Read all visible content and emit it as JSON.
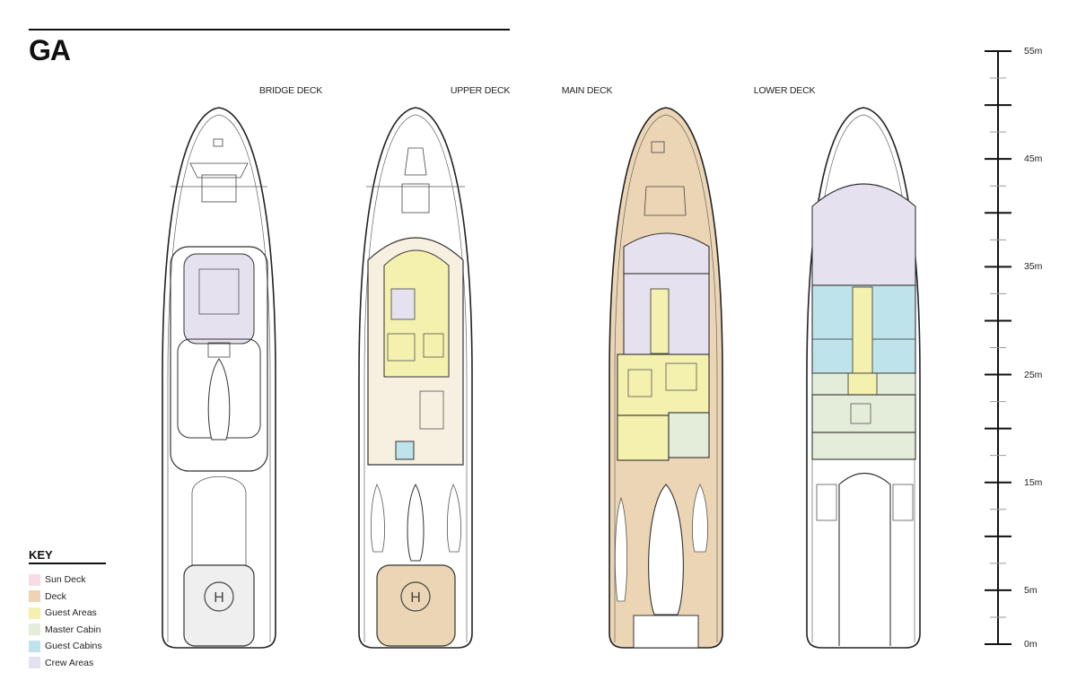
{
  "title": "GA",
  "decks": [
    {
      "id": "bridge",
      "label": "BRIDGE DECK"
    },
    {
      "id": "upper",
      "label": "UPPER DECK"
    },
    {
      "id": "main",
      "label": "MAIN DECK"
    },
    {
      "id": "lower",
      "label": "LOWER DECK"
    }
  ],
  "key": {
    "title": "KEY",
    "items": [
      {
        "label": "Sun Deck",
        "color": "#f6dce6"
      },
      {
        "label": "Deck",
        "color": "#ecd5b4"
      },
      {
        "label": "Guest Areas",
        "color": "#f4f1ae"
      },
      {
        "label": "Master Cabin",
        "color": "#e4edda"
      },
      {
        "label": "Guest Cabins",
        "color": "#bfe3ea"
      },
      {
        "label": "Crew Areas",
        "color": "#e5e1ef"
      }
    ]
  },
  "scale": {
    "unit": "m",
    "max": 55,
    "major_step": 5,
    "minor_step": 2.5,
    "labels": [
      "55m",
      "45m",
      "35m",
      "25m",
      "15m",
      "5m",
      "0m"
    ],
    "label_values": [
      55,
      45,
      35,
      25,
      15,
      5,
      0
    ]
  },
  "helipad_symbol": "H"
}
